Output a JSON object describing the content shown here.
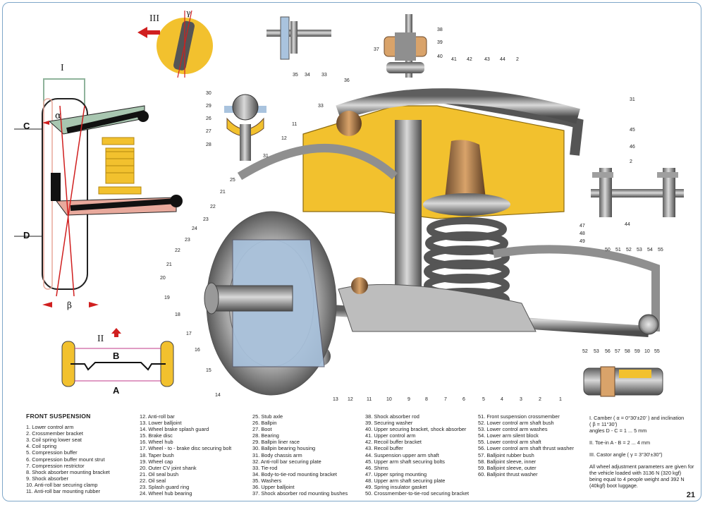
{
  "title": "FRONT SUSPENSION",
  "page_number": "21",
  "roman": {
    "one": "I",
    "two": "II",
    "three": "III"
  },
  "letters": {
    "alpha": "α",
    "beta": "β",
    "gamma": "γ",
    "A": "A",
    "B": "B",
    "C": "C",
    "D": "D"
  },
  "columns": [
    [
      "1. Lower control arm",
      "2. Crossmember bracket",
      "3. Coil spring lower seat",
      "4. Coil spring",
      "5. Compression buffer",
      "6. Compression buffer mount strut",
      "7. Compression restrictor",
      "8. Shock absorber mounting bracket",
      "9. Shock absorber",
      "10. Anti-roll bar securing clamp",
      "11. Anti-roll bar mounting rubber"
    ],
    [
      "12. Anti-roll bar",
      "13. Lower balljoint",
      "14. Wheel brake splash guard",
      "15. Brake disc",
      "16. Wheel hub",
      "17. Wheel - to - brake disc securing bolt",
      "18. Taper bush",
      "19. Wheel cap",
      "20. Outer CV joint shank",
      "21. Oil seal bush",
      "22. Oil seal",
      "23. Splash guard ring",
      "24. Wheel hub bearing"
    ],
    [
      "25. Stub axle",
      "26. Ballpin",
      "27. Boot",
      "28. Bearing",
      "29. Ballpin liner race",
      "30. Ballpin bearing housing",
      "31. Body chassis arm",
      "32. Anti-roll bar securing plate",
      "33. Tie-rod",
      "34. Body-to-tie-rod mounting bracket",
      "35. Washers",
      "36. Upper balljoint",
      "37. Shock absorber rod mounting bushes"
    ],
    [
      "38. Shock absorber rod",
      "39. Securing washer",
      "40. Upper securing bracket, shock absorber",
      "41. Upper control arm",
      "42. Recoil buffer bracket",
      "43. Recoil buffer",
      "44. Suspension upper arm shaft",
      "45. Upper arm shaft securing bolts",
      "46. Shims",
      "47. Upper spring mounting",
      "48. Upper arm shaft securing plate",
      "49. Spring insulator gasket",
      "50. Crossmember-to-tie-rod securing bracket"
    ],
    [
      "51. Front suspension crossmember",
      "52. Lower control arm shaft bush",
      "53. Lower control arm washes",
      "54. Lower arm silent block",
      "55. Lower control arm shaft",
      "56. Lower control arm shaft thrust washer",
      "57. Balljoint rubber bush",
      "58. Balljoint sleeve, inner",
      "59. Balljoint sleeve, outer",
      "60. Balljoint thrust washer"
    ]
  ],
  "params": {
    "camber_1": "I.    Camber ( α = 0°30'±20' ) and  inclination",
    "camber_2": "( β = 11°30')",
    "camber_3": "angles D - C = 1 ... 5 mm",
    "toe": "II.   Toe-in A - B = 2 ... 4 mm",
    "castor": "III.  Castor angle ( γ = 3°30'±30\")",
    "note": "All wheel adjustment parameters are given for the vehicle loaded with 3136 N (320 kgf) being equal to 4 people weight and 392 N (40kgf) boot luggage."
  },
  "callouts": {
    "main_bottom": [
      "14",
      "13",
      "12",
      "11",
      "10",
      "9",
      "8",
      "7",
      "6",
      "5",
      "4",
      "3",
      "2",
      "1"
    ],
    "main_left": [
      "15",
      "16",
      "17",
      "18",
      "19",
      "20",
      "21",
      "22",
      "23",
      "24",
      "23",
      "22",
      "21",
      "25"
    ],
    "main_top": [
      "36",
      "33",
      "11",
      "12",
      "31",
      "41",
      "42",
      "43",
      "44",
      "2"
    ],
    "right_side": [
      "31",
      "45",
      "46",
      "2",
      "44",
      "47",
      "48",
      "49",
      "50",
      "51",
      "52",
      "53",
      "54",
      "55"
    ],
    "inset_right": [
      "52",
      "53",
      "56",
      "57",
      "58",
      "59",
      "10",
      "55"
    ],
    "ballpin": [
      "30",
      "29",
      "26",
      "27",
      "28"
    ],
    "mount_top": [
      "35",
      "34",
      "33"
    ],
    "bush_top": [
      "38",
      "39",
      "37",
      "40"
    ]
  },
  "colors": {
    "frame": "#7fa7c9",
    "yellow": "#f2c12e",
    "metal": "#9c9c9c",
    "blue": "#a9c3de",
    "pink": "#e8a99c",
    "green": "#a8c6b0",
    "red": "#d01f1f"
  }
}
